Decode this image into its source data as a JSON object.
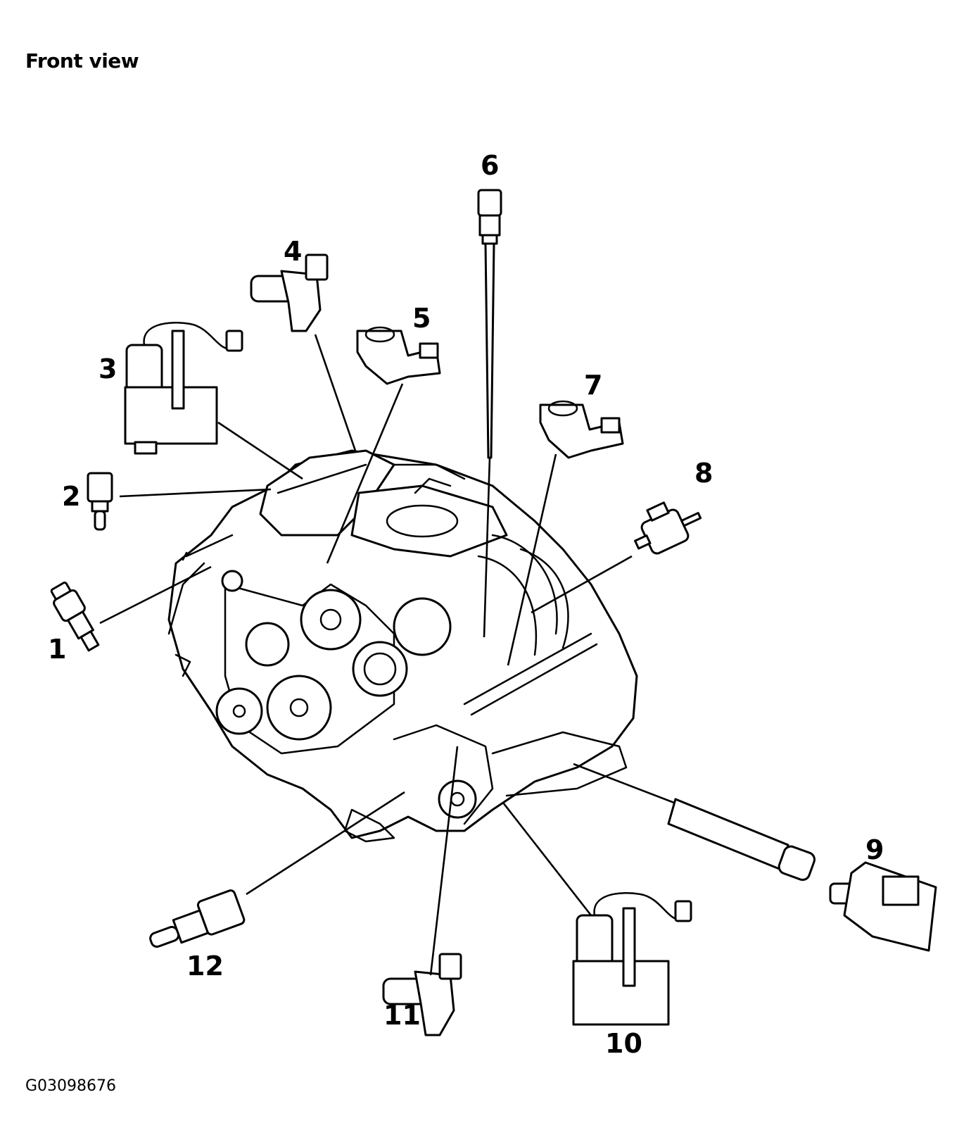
{
  "title": "Front view",
  "figure_id": "G03098676",
  "callouts": [
    {
      "num": "1"
    },
    {
      "num": "2"
    },
    {
      "num": "3"
    },
    {
      "num": "4"
    },
    {
      "num": "5"
    },
    {
      "num": "6"
    },
    {
      "num": "7"
    },
    {
      "num": "8"
    },
    {
      "num": "9"
    },
    {
      "num": "10"
    },
    {
      "num": "11"
    },
    {
      "num": "12"
    }
  ]
}
